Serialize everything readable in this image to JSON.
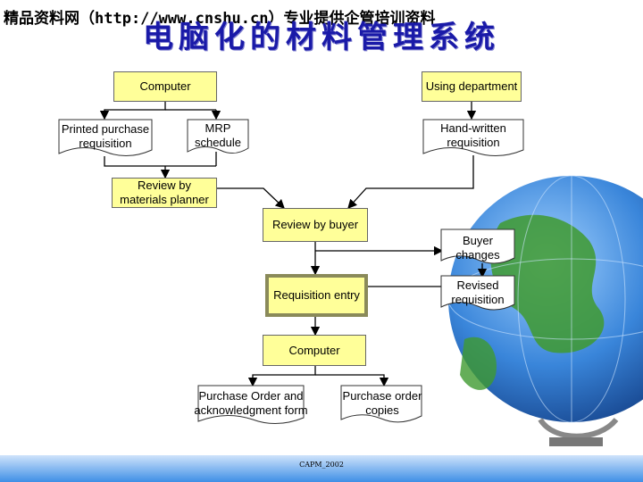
{
  "header": {
    "watermark": "精品资料网（http://www.cnshu.cn）专业提供企管培训资料",
    "title": "电脑化的材料管理系统"
  },
  "nodes": {
    "computer_top": "Computer",
    "using_department": "Using department",
    "printed_purchase_requisition": "Printed purchase requisition",
    "mrp_schedule": "MRP schedule",
    "hand_written_requisition": "Hand-written requisition",
    "review_by_materials_planner": "Review by materials planner",
    "review_by_buyer": "Review by buyer",
    "buyer_changes": "Buyer changes",
    "requisition_entry": "Requisition entry",
    "revised_requisition": "Revised requisition",
    "computer_bottom": "Computer",
    "purchase_order_ack": "Purchase Order and acknowledgment form",
    "purchase_order_copies": "Purchase order copies"
  },
  "footer": {
    "caption": "CAPM_2002"
  },
  "colors": {
    "box_fill": "#ffff99",
    "title": "#1a1aa8",
    "globe_ocean": "#2f7fd8",
    "footer": "#3f8fe6"
  },
  "icons": [
    "globe-icon"
  ]
}
